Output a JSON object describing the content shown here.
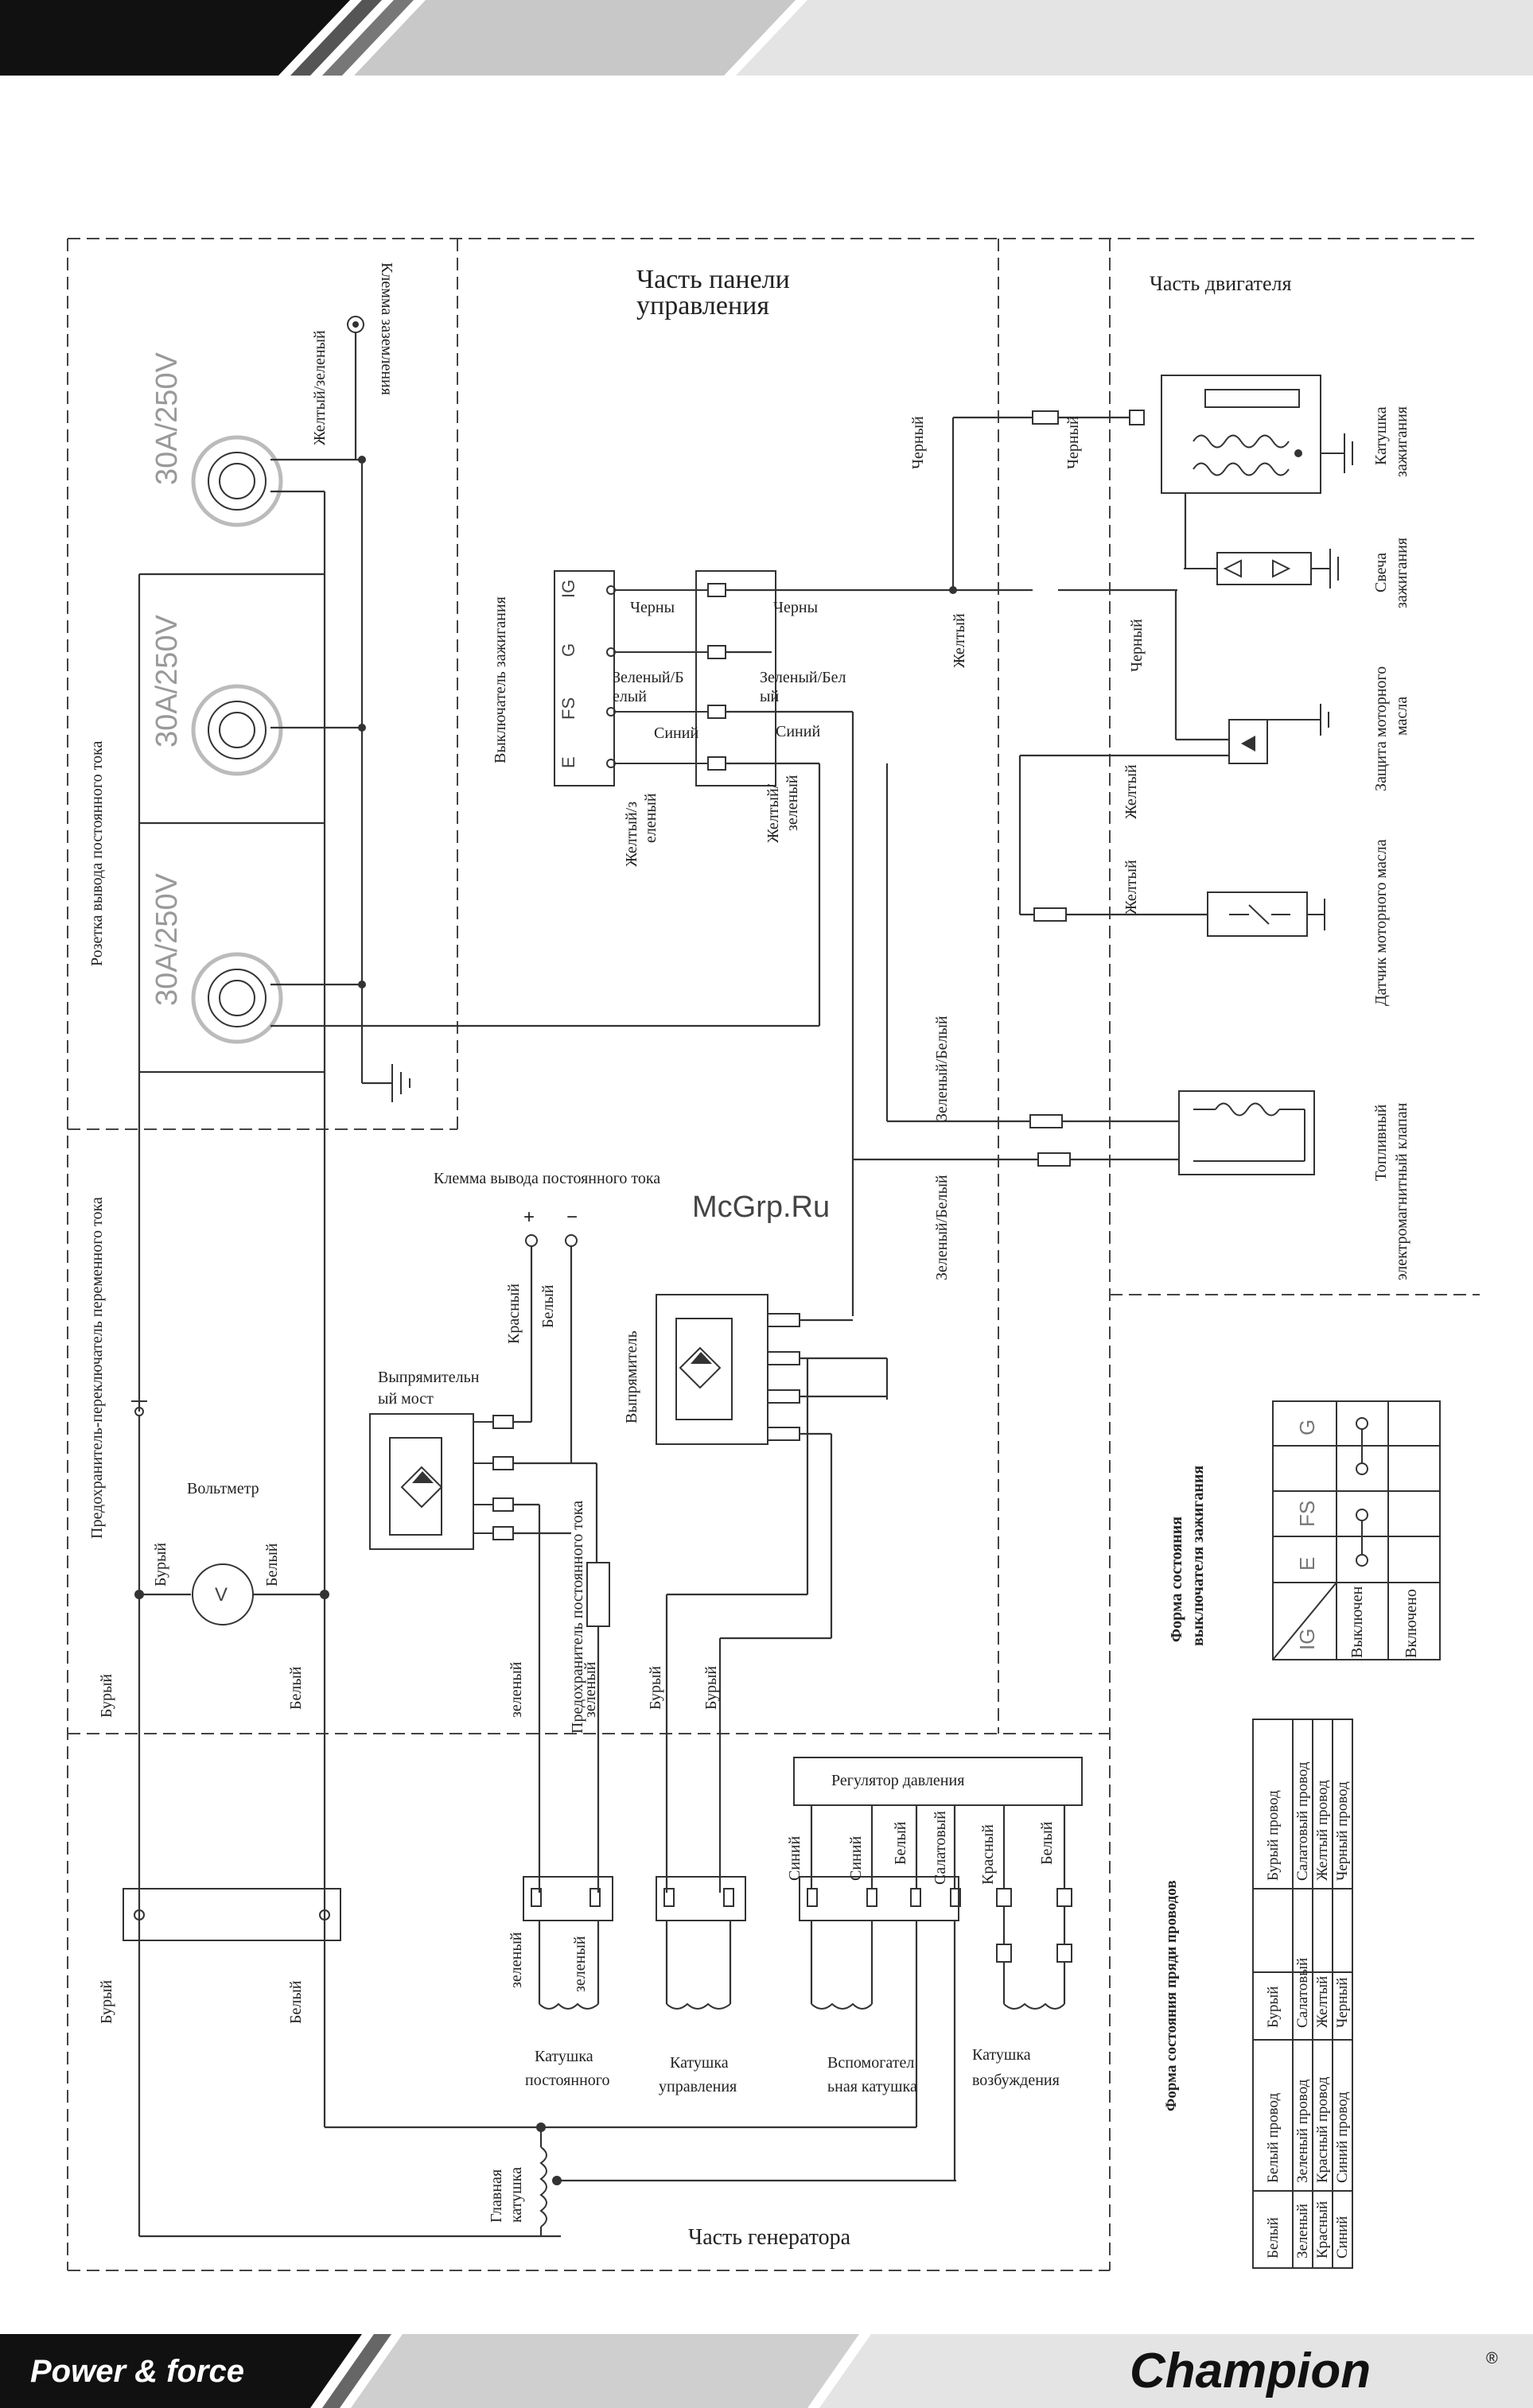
{
  "sections": {
    "panel": "Часть панели управления",
    "panel_l1": "Часть        панели",
    "panel_l2": "управления",
    "engine": "Часть двигателя",
    "generator": "Часть генератора"
  },
  "labels": {
    "ground_terminal": "Клемма заземления",
    "yellow_green": "Желтый/зеленый",
    "socket_dc": "Розетка вывода постоянного тока",
    "rating": "30A/250V",
    "ignition_switch": "Выключатель зажигания",
    "black_1": "Черны",
    "green_white_1": "Зеленый/Б",
    "green_white_1b": "елый",
    "blue": "Синий",
    "yellow_green_a": "Желтый/з",
    "yellow_green_b": "еленый",
    "black_2": "Черны",
    "green_white_2": "Зеленый/Бел",
    "green_white_2b": "ый",
    "blue_2": "Синий",
    "yg2a": "Желтый/",
    "yg2b": "зеленый",
    "black_v1": "Черный",
    "black_v2": "Черный",
    "yellow_v": "Желтый",
    "black_v3": "Черный",
    "yellow_v2": "Желтый",
    "yellow_v3": "Желтый",
    "ignition_coil_a": "Катушка",
    "ignition_coil_b": "зажигания",
    "spark_a": "Свеча",
    "spark_b": "зажигания",
    "oil_protect_a": "Защита моторного",
    "oil_protect_b": "масла",
    "oil_sensor": "Датчик моторного масла",
    "gw_v1": "Зеленый/Белый",
    "gw_v2": "Зеленый/Белый",
    "fuel_valve_a": "Топливный",
    "fuel_valve_b": "электромагнитный клапан",
    "watermark": "McGrp.Ru",
    "dc_terminal": "Клемма вывода постоянного тока",
    "plus": "+",
    "minus": "−",
    "red": "Красный",
    "white": "Белый",
    "rectifier": "Выпрямитель",
    "bridge_a": "Выпрямительн",
    "bridge_b": "ый мост",
    "breaker_ac": "Предохранитель-переключатель переменного тока",
    "voltmeter": "Вольтметр",
    "brown": "Бурый",
    "white2": "Белый",
    "dc_fuse": "Предохранитель постоянного тока",
    "green_v": "зеленый",
    "green_v2": "зеленый",
    "brown2": "Бурый",
    "brown3": "Бурый",
    "brown4": "Бурый",
    "white3": "Белый",
    "white4": "Белый",
    "green3": "зеленый",
    "green4": "зеленый",
    "pressure_reg": "Регулятор давления",
    "blue_a": "Синий",
    "blue_b": "Синий",
    "white_r": "Белый",
    "lime": "Салатовый",
    "red_r": "Красный",
    "white_r2": "Белый",
    "coil_dc_a": "Катушка",
    "coil_dc_b": "постоянного",
    "coil_ctrl_a": "Катушка",
    "coil_ctrl_b": "управления",
    "coil_aux_a": "Вспомогател",
    "coil_aux_b": "ьная катушка",
    "coil_exc_a": "Катушка",
    "coil_exc_b": "возбуждения",
    "main_coil_a": "Главная",
    "main_coil_b": "катушка"
  },
  "switch_state_table": {
    "title_a": "Форма состояния",
    "title_b": "выключателя зажигания",
    "headers": [
      "IG",
      "E",
      "FS",
      "G"
    ],
    "rows": [
      "Выключен",
      "Включено"
    ]
  },
  "wire_table": {
    "title": "Форма состояния пряди проводов",
    "rows": [
      [
        "Белый",
        "Белый провод",
        "Бурый",
        "Бурый провод"
      ],
      [
        "Зеленый",
        "Зеленый провод",
        "Салатовый",
        "Салатовый провод"
      ],
      [
        "Красный",
        "Красный провод",
        "Желтый",
        "Желтый провод"
      ],
      [
        "Синий",
        "Синий провод",
        "Черный",
        "Черный провод"
      ]
    ]
  },
  "footer": {
    "left_brand": "Power & force",
    "right_brand": "Champion",
    "reg": "®"
  }
}
